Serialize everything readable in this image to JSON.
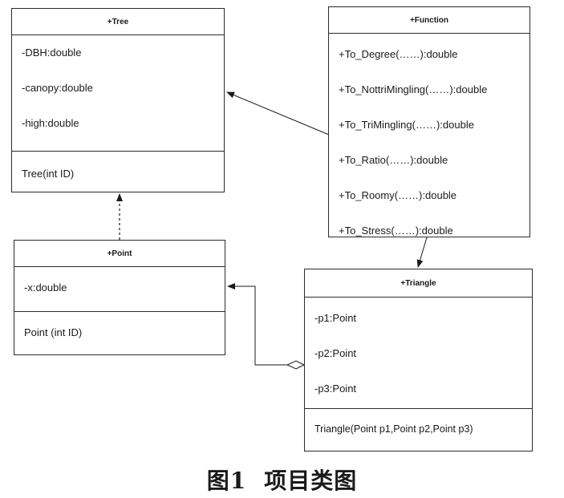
{
  "classes": {
    "tree": {
      "name": "+Tree",
      "attributes": [
        "-DBH:double",
        "-canopy:double",
        "-high:double"
      ],
      "methods": [
        "Tree(int ID)"
      ]
    },
    "function": {
      "name": "+Function",
      "methods": [
        "+To_Degree(……):double",
        "+To_NottriMingling(……):double",
        "+To_TriMingling(……):double",
        "+To_Ratio(……):double",
        "+To_Roomy(……):double",
        "+To_Stress(……):double"
      ]
    },
    "point": {
      "name": "+Point",
      "attributes": [
        "-x:double"
      ],
      "methods": [
        "Point (int ID)"
      ]
    },
    "triangle": {
      "name": "+Triangle",
      "attributes": [
        "-p1:Point",
        "-p2:Point",
        "-p3:Point"
      ],
      "methods": [
        "Triangle(Point p1,Point p2,Point p3)"
      ]
    }
  },
  "relations": [
    {
      "from": "function",
      "to": "tree",
      "type": "association"
    },
    {
      "from": "point",
      "to": "tree",
      "type": "dependency"
    },
    {
      "from": "function",
      "to": "triangle",
      "type": "association"
    },
    {
      "from": "triangle",
      "to": "point",
      "type": "aggregation"
    }
  ],
  "caption": {
    "figure": "图1",
    "title": "项目类图"
  }
}
